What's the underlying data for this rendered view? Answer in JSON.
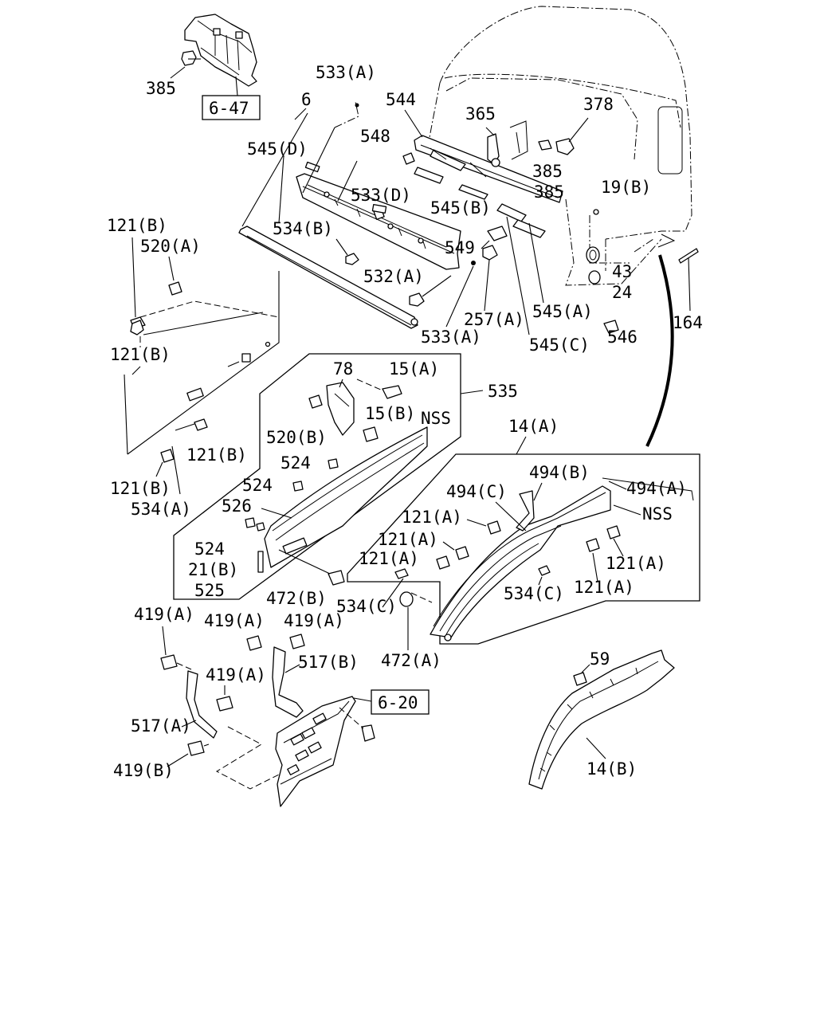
{
  "labels": {
    "l_385a": "385",
    "l_533a_top": "533(A)",
    "l_6": "6",
    "l_544": "544",
    "l_365": "365",
    "l_378": "378",
    "l_548": "548",
    "l_545d": "545(D)",
    "l_385b": "385",
    "l_385c": "385",
    "l_533d": "533(D)",
    "l_545b": "545(B)",
    "l_19b": "19(B)",
    "l_121b_1": "121(B)",
    "l_520a": "520(A)",
    "l_534b": "534(B)",
    "l_549": "549",
    "l_43": "43",
    "l_532a": "532(A)",
    "l_24": "24",
    "l_164": "164",
    "l_257a": "257(A)",
    "l_545a": "545(A)",
    "l_546": "546",
    "l_533a_bot": "533(A)",
    "l_545c": "545(C)",
    "l_121b_2": "121(B)",
    "l_78": "78",
    "l_15a": "15(A)",
    "l_535": "535",
    "l_15b": "15(B)",
    "l_nss1": "NSS",
    "l_520b": "520(B)",
    "l_14a": "14(A)",
    "l_121b_3": "121(B)",
    "l_524a": "524",
    "l_494b": "494(B)",
    "l_494c": "494(C)",
    "l_494a": "494(A)",
    "l_121b_4": "121(B)",
    "l_524b": "524",
    "l_534a": "534(A)",
    "l_526": "526",
    "l_nss2": "NSS",
    "l_121a_1": "121(A)",
    "l_121a_2": "121(A)",
    "l_524c": "524",
    "l_121a_3": "121(A)",
    "l_121a_4": "121(A)",
    "l_21b": "21(B)",
    "l_121a_5": "121(A)",
    "l_534c_1": "534(C)",
    "l_525": "525",
    "l_472b": "472(B)",
    "l_534c_2": "534(C)",
    "l_419a_1": "419(A)",
    "l_419a_2": "419(A)",
    "l_419a_3": "419(A)",
    "l_472a": "472(A)",
    "l_59": "59",
    "l_517b": "517(B)",
    "l_419a_4": "419(A)",
    "l_517a": "517(A)",
    "l_419b": "419(B)",
    "l_14b": "14(B)"
  },
  "refs": {
    "ref_647": "6-47",
    "ref_620": "6-20"
  }
}
